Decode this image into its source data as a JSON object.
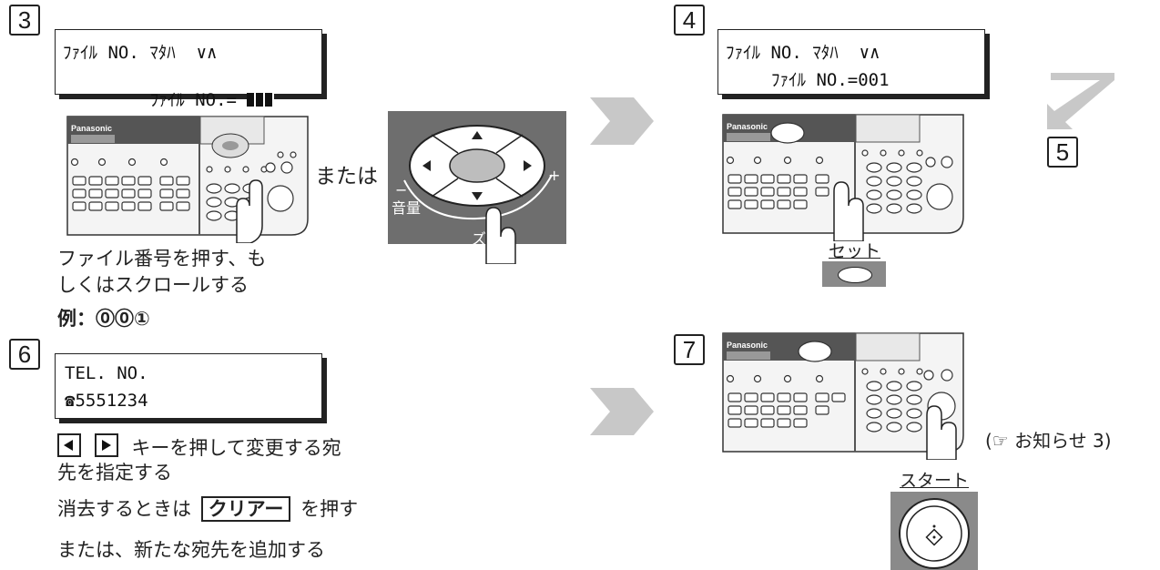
{
  "steps": {
    "s3": "3",
    "s4": "4",
    "s5": "5",
    "s6": "6",
    "s7": "7"
  },
  "lcd3": {
    "line1": "ﾌｧｲﾙ NO. ﾏﾀﾊ  ∨∧",
    "line2": "ﾌｧｲﾙ NO.= "
  },
  "lcd4": {
    "line1": "ﾌｧｲﾙ NO. ﾏﾀﾊ  ∨∧",
    "line2": "ﾌｧｲﾙ NO.=001"
  },
  "lcd6": {
    "line1": "TEL. NO.",
    "line2": "☎5551234"
  },
  "step3": {
    "or_label": "または",
    "caption_line1": "ファイル番号を押す、も",
    "caption_line2": "しくはスクロールする",
    "example": "例：⓪⓪①",
    "volume_label": "音量",
    "zoom_label": "ズーム"
  },
  "step4": {
    "set_label": "セット"
  },
  "step6": {
    "line1_text": "キーを押して変更する宛",
    "line2": "先を指定する",
    "line3_pre": "消去するときは",
    "clear_key": "クリアー",
    "line3_post": "を押す",
    "line4": "または、新たな宛先を追加する"
  },
  "step7": {
    "start_label": "スタート",
    "note": "(☞ お知らせ 3)"
  },
  "panel": {
    "brand": "Panasonic"
  }
}
